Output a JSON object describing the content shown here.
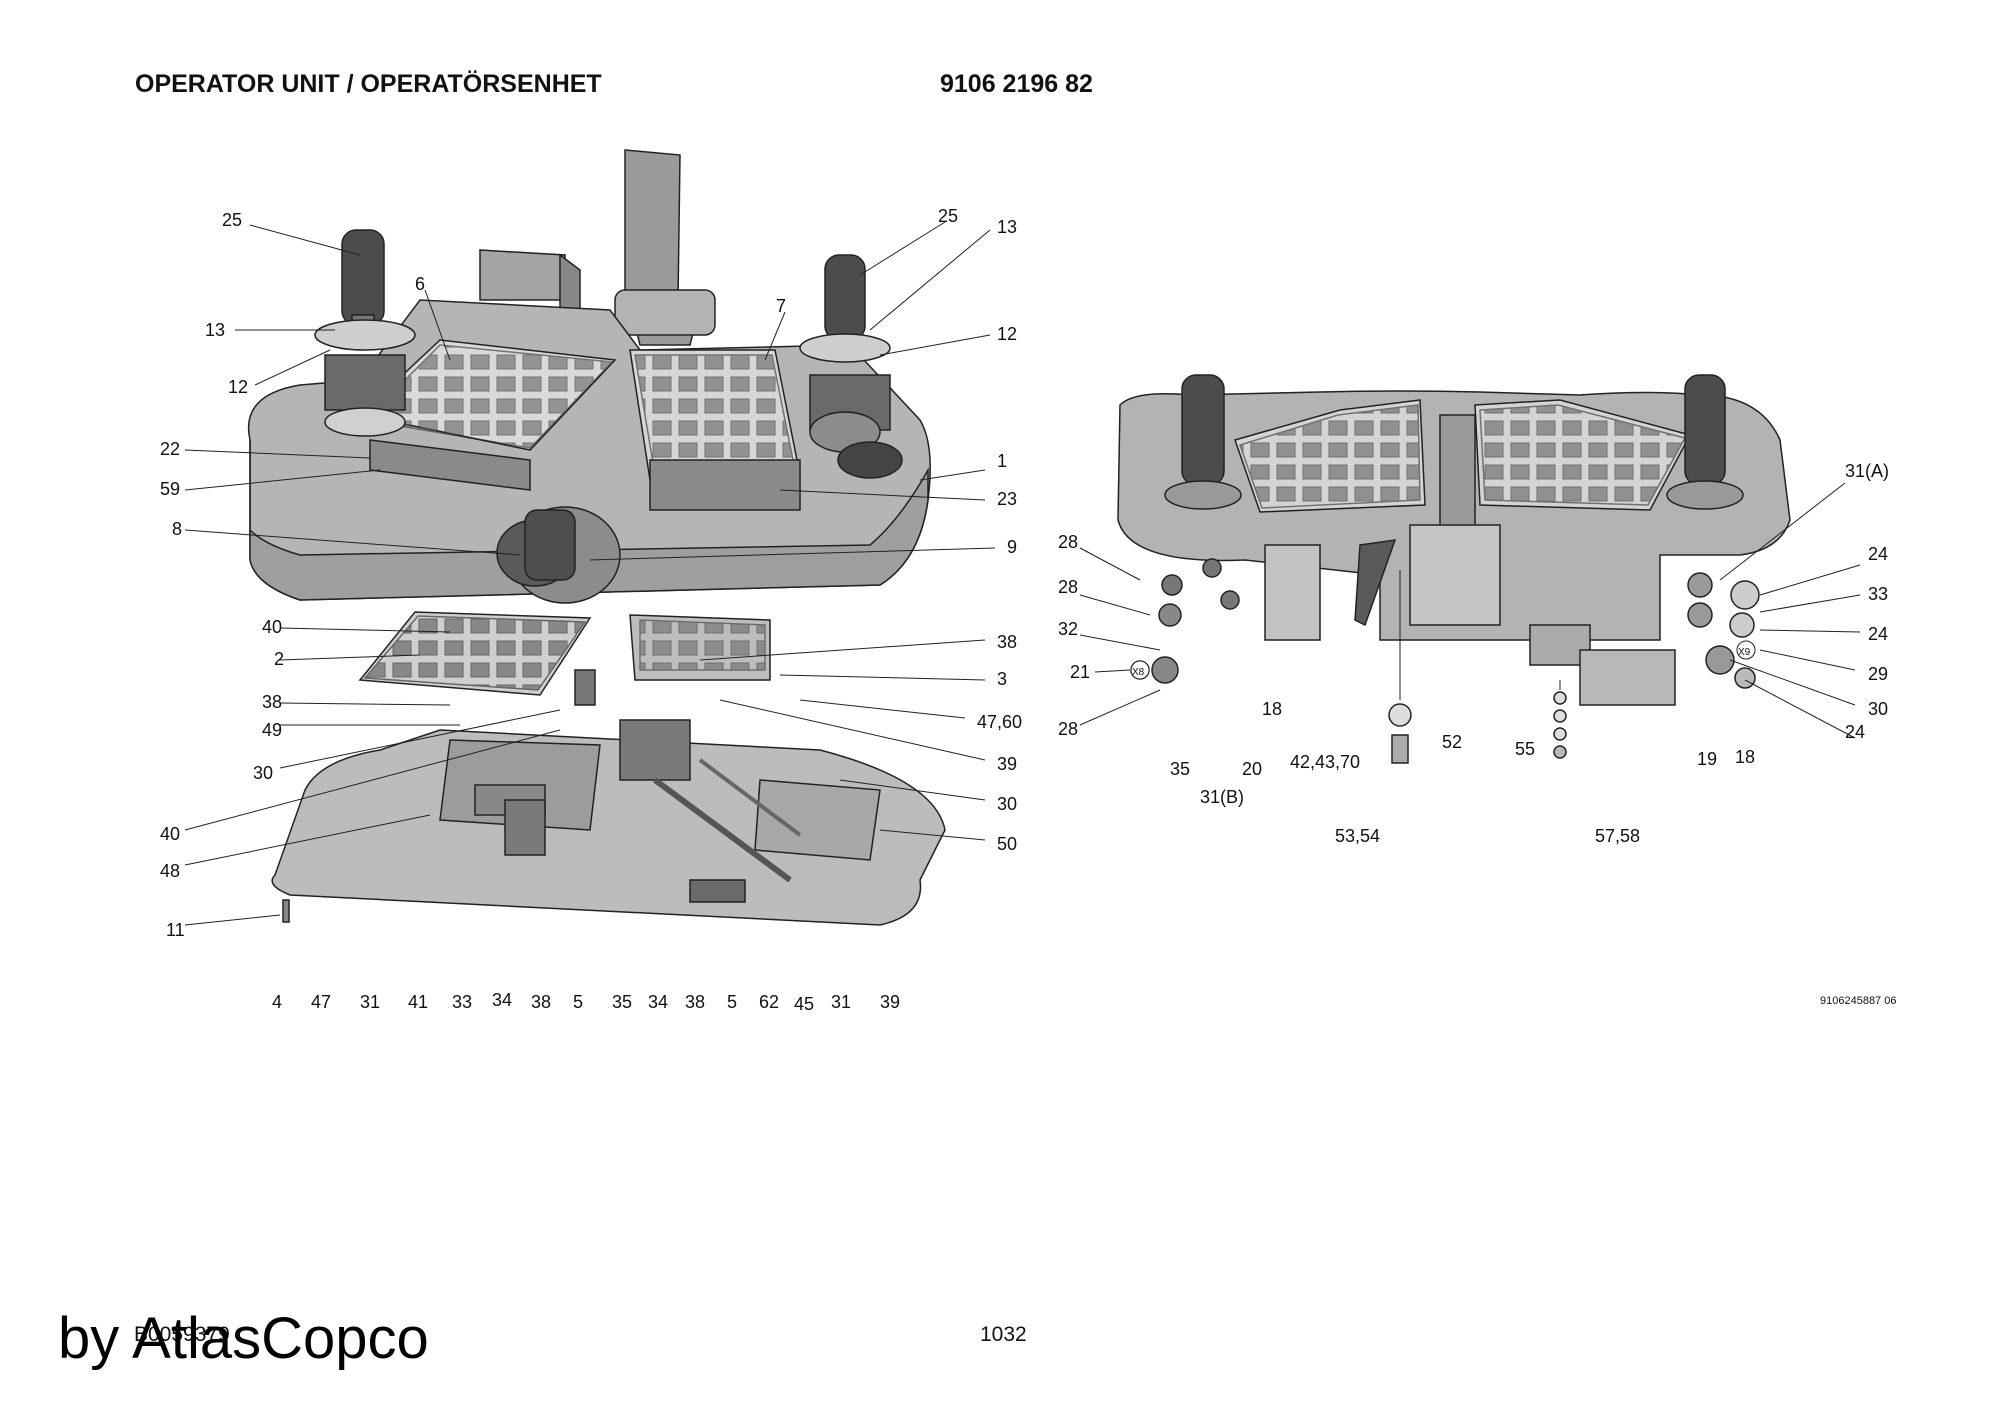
{
  "header": {
    "title": "OPERATOR UNIT / OPERATÖRSENHET",
    "part_number": "9106 2196 82"
  },
  "labels_left": [
    "25",
    "13",
    "12",
    "6",
    "7",
    "22",
    "59",
    "8",
    "40",
    "2",
    "38",
    "49",
    "30",
    "40",
    "48",
    "11",
    "1",
    "23",
    "9",
    "38",
    "3",
    "47,60",
    "39",
    "30",
    "50",
    "25",
    "13",
    "12",
    "4",
    "47",
    "31",
    "41",
    "33",
    "34",
    "38",
    "5",
    "35",
    "34",
    "38",
    "5",
    "62",
    "45",
    "31",
    "39"
  ],
  "labels_right": [
    "28",
    "28",
    "32",
    "21",
    "28",
    "35",
    "31(B)",
    "20",
    "18",
    "42,43,70",
    "52",
    "55",
    "53,54",
    "57,58",
    "19",
    "18",
    "31(A)",
    "24",
    "33",
    "24",
    "29",
    "30",
    "24",
    "X8",
    "X9"
  ],
  "footer": {
    "image_ref": "9106245887 06",
    "doc_code": "B0059379",
    "page": "1032",
    "brand": "by AtlasCopco"
  }
}
